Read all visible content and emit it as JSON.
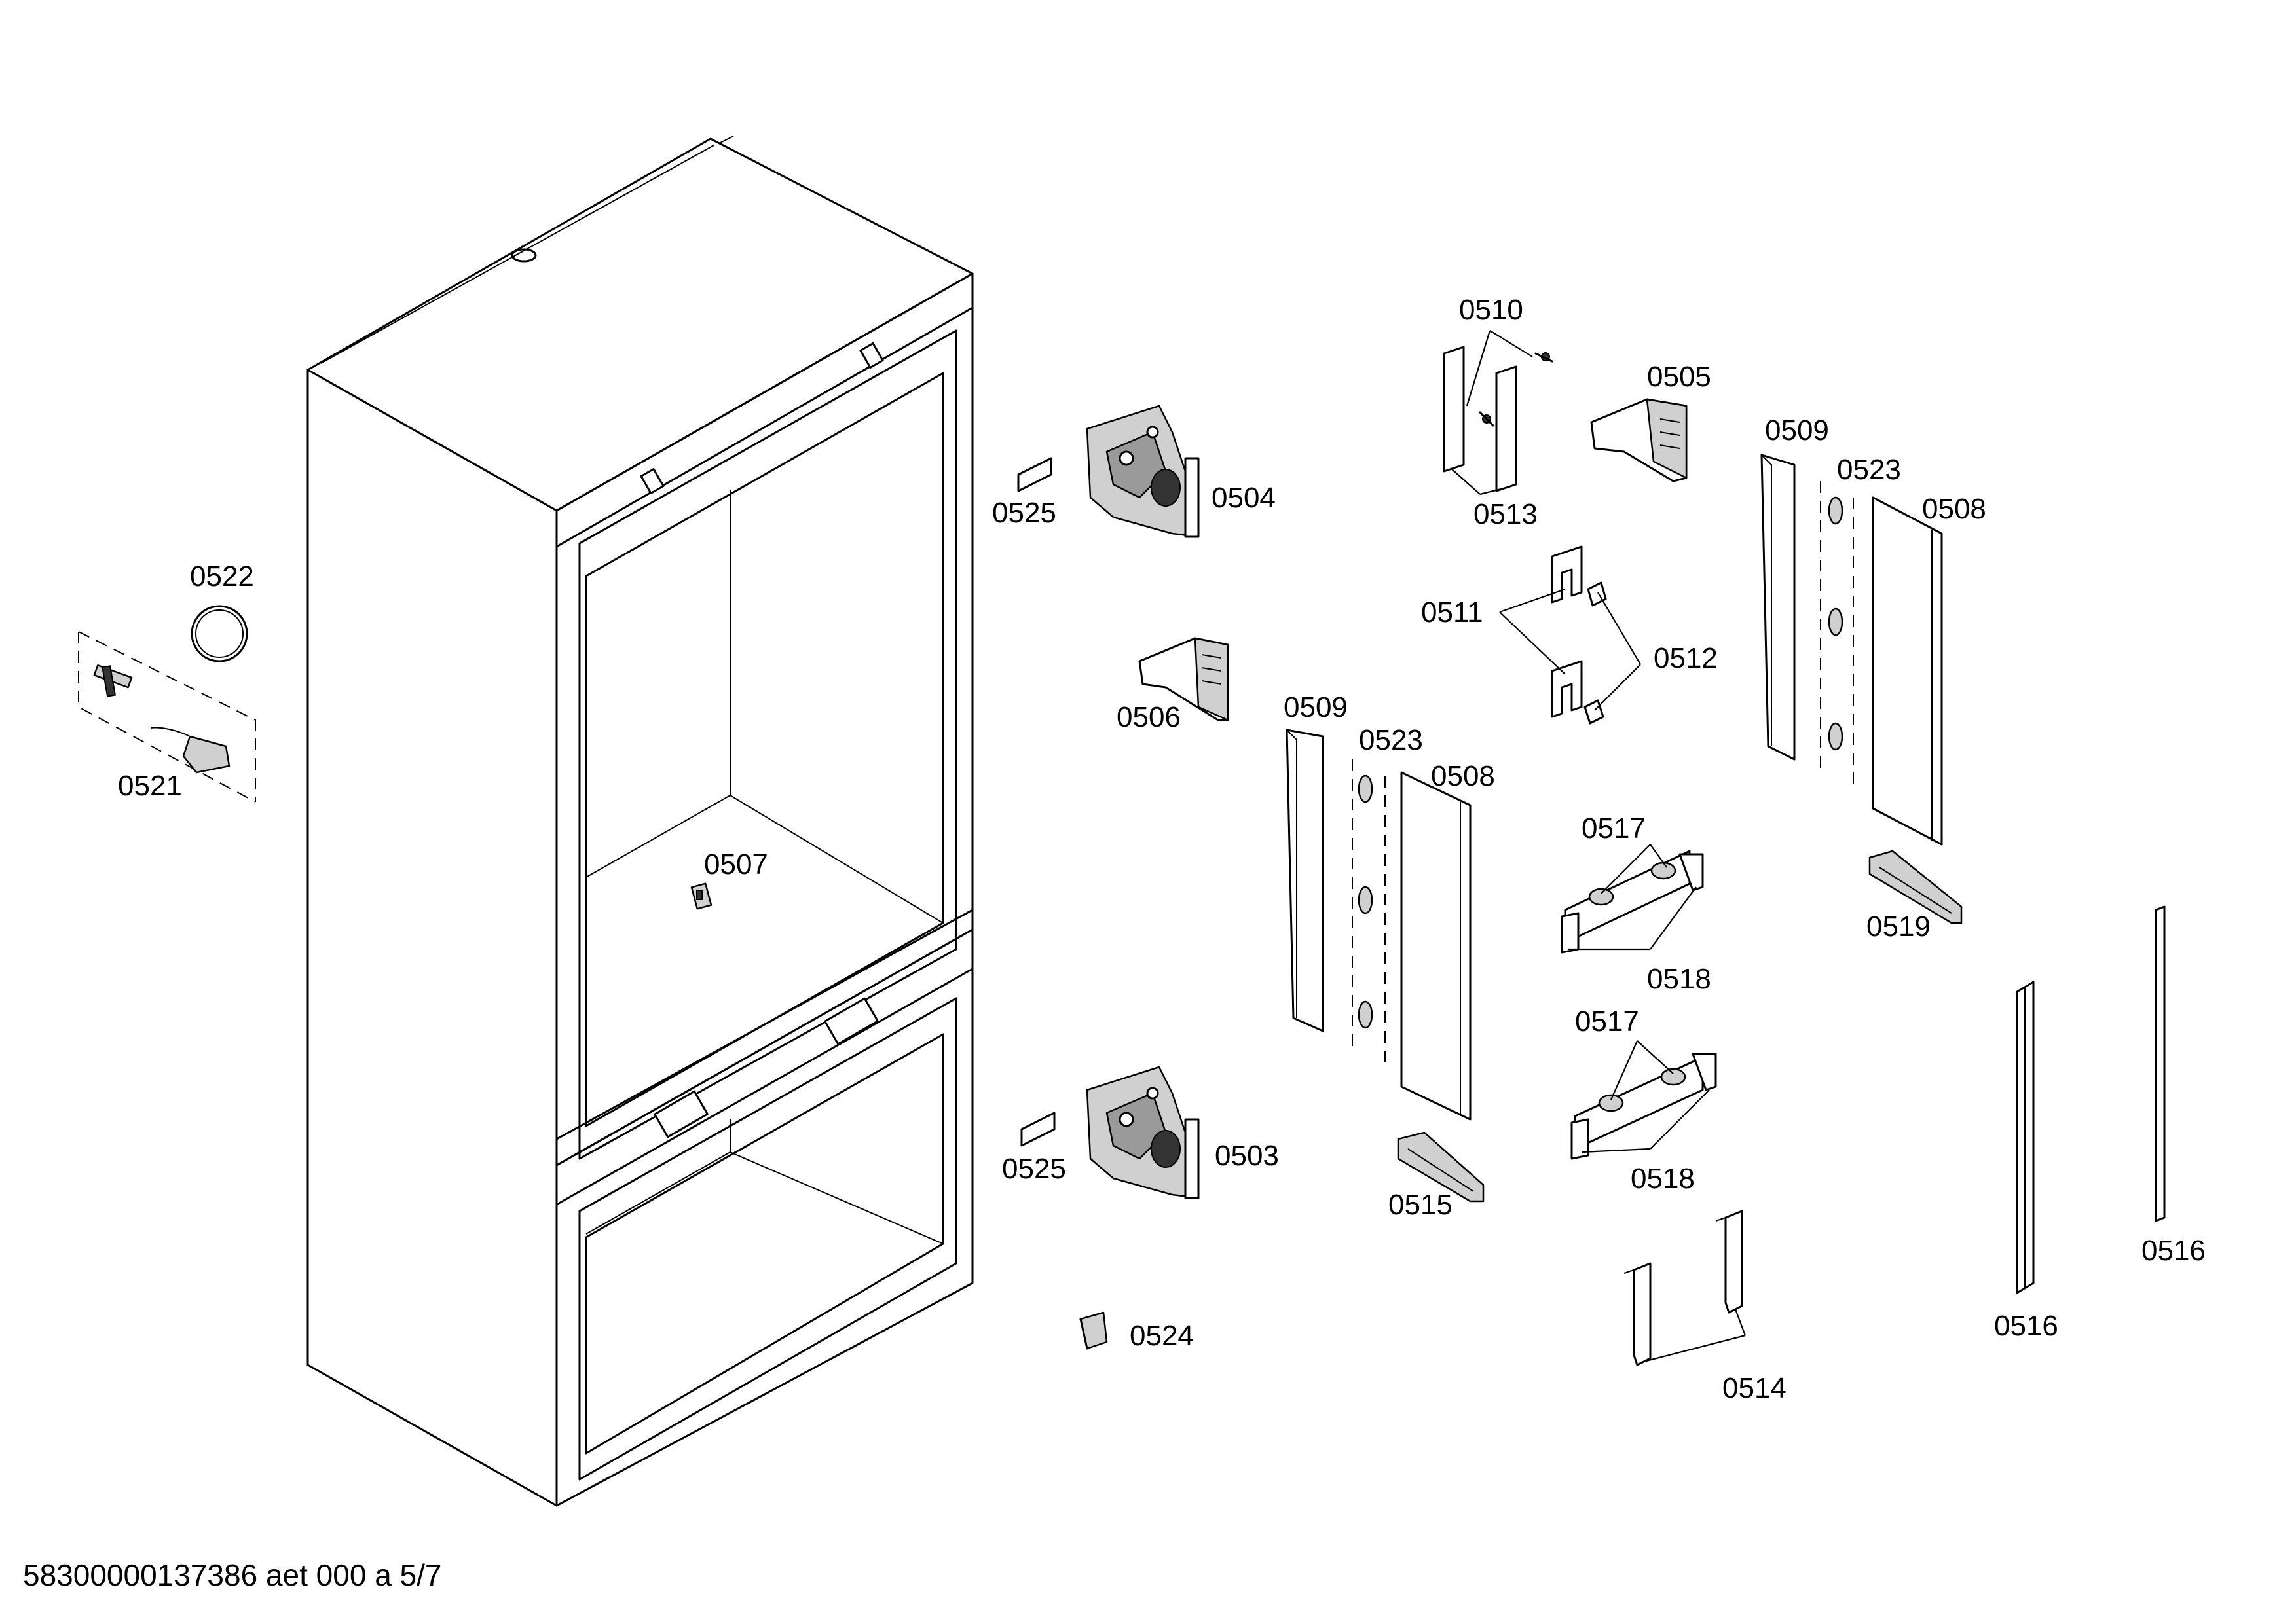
{
  "callouts": [
    "0503",
    "0504",
    "0505",
    "0506",
    "0507",
    "0508",
    "0508",
    "0509",
    "0509",
    "0510",
    "0511",
    "0512",
    "0513",
    "0514",
    "0515",
    "0516",
    "0516",
    "0517",
    "0517",
    "0518",
    "0518",
    "0519",
    "0521",
    "0522",
    "0523",
    "0523",
    "0524",
    "0525",
    "0525"
  ],
  "footer": {
    "document_id": "58300000137386 aet 000 a 5/7"
  }
}
